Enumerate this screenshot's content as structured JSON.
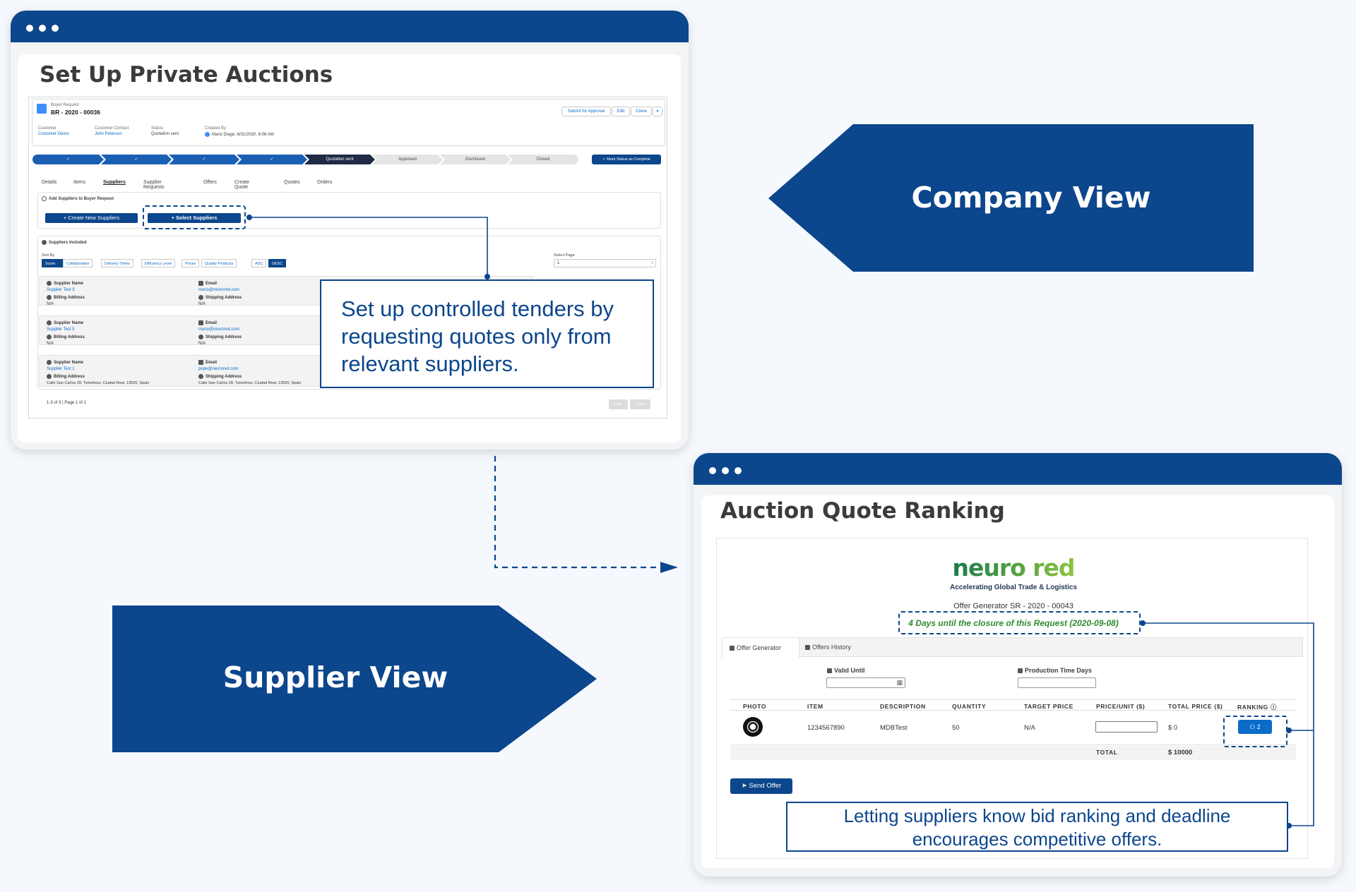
{
  "company_window": {
    "title": "Set Up Private Auctions",
    "record": {
      "type_label": "Buyer Request",
      "number": "BR - 2020 - 00036",
      "actions": [
        "Submit for Approval",
        "Edit",
        "Clone"
      ],
      "fields": [
        {
          "label": "Customer",
          "value": "Customer Demo"
        },
        {
          "label": "Customer Contact",
          "value": "John Peterson"
        },
        {
          "label": "Status",
          "value": "Quotation sent"
        },
        {
          "label": "Created By",
          "value": "Mario Diago, 8/31/2020, 6:06 AM"
        }
      ],
      "path": [
        {
          "label": "✓"
        },
        {
          "label": "✓"
        },
        {
          "label": "✓"
        },
        {
          "label": "✓"
        },
        {
          "label": "Quotation sent"
        },
        {
          "label": "Approved"
        },
        {
          "label": "Dismissed"
        },
        {
          "label": "Closed"
        }
      ],
      "mark_complete": "✓ Mark Status as Complete"
    },
    "tabs": [
      "Details",
      "Items",
      "Suppliers",
      "Supplier Requests",
      "Offers",
      "Create Quote",
      "Quotes",
      "Orders"
    ],
    "add_section": {
      "title": "Add Suppliers to Buyer Request",
      "create_btn": "+ Create New Suppliers",
      "select_btn": "+ Select Suppliers"
    },
    "included": {
      "title": "Suppliers Included",
      "sort_by": "Sort By",
      "sort_options": [
        "Score",
        "Collaboration",
        "Delivery Times",
        "Efficiency Level",
        "Prices",
        "Quality Products",
        "ASC",
        "DESC"
      ],
      "select_page_label": "Select Page",
      "select_page_value": "1",
      "rows": [
        {
          "name_label": "Supplier Name",
          "name": "Supplier Test 3",
          "email_label": "Email",
          "email": "mario@neurored.com",
          "billing_label": "Billing Address",
          "billing": "N/A",
          "shipping_label": "Shipping Address",
          "shipping": "N/A"
        },
        {
          "name_label": "Supplier Name",
          "name": "Supplier Test 5",
          "email_label": "Email",
          "email": "mario@neurored.com",
          "billing_label": "Billing Address",
          "billing": "N/A",
          "shipping_label": "Shipping Address",
          "shipping": "N/A"
        },
        {
          "name_label": "Supplier Name",
          "name": "Supplier Test 1",
          "email_label": "Email",
          "email": "pepe@neurored.com",
          "billing_label": "Billing Address",
          "billing": "Calle San Carlos 28, Tomelloso, Ciudad Real, 13500, Spain",
          "shipping_label": "Shipping Address",
          "shipping": "Calle San Carlos 28, Tomelloso, Ciudad Real, 13500, Spain"
        }
      ],
      "pagination": "1-3 of 3 | Page 1 of 1",
      "prev": "Prev",
      "next": "Next"
    },
    "callout": "Set up controlled tenders by requesting quotes only from relevant suppliers."
  },
  "company_label": "Company View",
  "supplier_label": "Supplier View",
  "supplier_window": {
    "title": "Auction Quote Ranking",
    "brand": {
      "logo": "neuro red",
      "tagline": "Accelerating Global Trade & Logistics"
    },
    "offer_id": "Offer Generator SR - 2020 - 00043",
    "deadline": "4 Days until the closure of this Request (2020-09-08)",
    "tabs": [
      "Offer Generator",
      "Offers History"
    ],
    "valid_until_label": "Valid Until",
    "production_label": "Production Time Days",
    "columns": [
      "PHOTO",
      "ITEM",
      "DESCRIPTION",
      "QUANTITY",
      "TARGET PRICE",
      "PRICE/UNIT ($)",
      "TOTAL PRICE ($)",
      "RANKING"
    ],
    "row": {
      "item": "1234567890",
      "description": "MDBTest",
      "quantity": "50",
      "target_price": "N/A",
      "total_price": "$ 0",
      "ranking": "2"
    },
    "total_label": "TOTAL",
    "total_value": "$ 10000",
    "send_btn": "Send Offer",
    "callout": "Letting suppliers know bid ranking and deadline encourages competitive offers."
  },
  "colors": {
    "brand_blue": "#0c468c",
    "salesforce_blue": "#0a6bc9",
    "deadline_green": "#2e8b2e"
  }
}
